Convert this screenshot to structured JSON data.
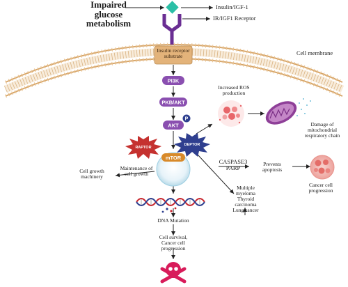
{
  "labels": {
    "impaired": "Impaired glucose metabolism",
    "insulin": "Insulin/IGF-1",
    "receptor": "IR/IGF1 Receptor",
    "irs": "Insulin receptor substrate",
    "membrane": "Cell membrane",
    "pi3k": "PI3K",
    "pkb": "PKB/AKT",
    "akt": "AKT",
    "p": "P",
    "raptor": "RAPTOR",
    "deptor": "DEPTOR",
    "mtor": "mTOR",
    "ros": "Increased ROS production",
    "mito": "Damage of mitochondrial respiratory chain",
    "caspase": "CASPASE3 PARP",
    "prevents": "Prevents apoptosis",
    "cancer_prog": "Cancer cell progression",
    "growth_machinery": "Cell growth machinery",
    "maintenance": "Maintenance of cell growth",
    "cancers": "Multiple myeloma Thyroid carcinoma Lung cancer",
    "dna": "DNA Mutation",
    "survival": "Cell survival, Cancer cell progression"
  },
  "colors": {
    "purple": "#8a4fb0",
    "purple_dark": "#6a2e93",
    "teal": "#2bbfa6",
    "red_star": "#c5312f",
    "navy_star": "#2f3f8f",
    "mtor_orange": "#d88a2a",
    "membrane": "#d7a66a",
    "irs_fill": "#e3b37a",
    "skull": "#d81b5a"
  },
  "icons": [
    "diamond-ligand",
    "receptor",
    "ros-cluster",
    "mitochondria",
    "cancer-cell",
    "dna-helix",
    "skull-crossbones"
  ]
}
